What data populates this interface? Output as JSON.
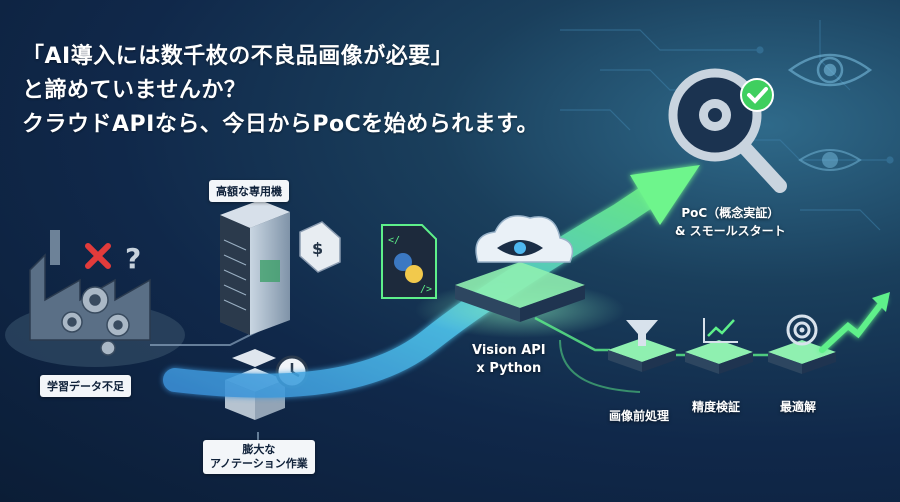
{
  "headline": {
    "line1": "「AI導入には数千枚の不良品画像が必要」",
    "line2": "と諦めていませんか？",
    "line3": "クラウドAPIなら、今日からPoCを始められます。"
  },
  "labels": {
    "expensive_machine": "高額な専用機",
    "lack_of_data": "学習データ不足",
    "annotation_work_line1": "膨大な",
    "annotation_work_line2": "アノテーション作業",
    "vision_api_line1": "Vision API",
    "vision_api_line2": "x Python",
    "poc_line1": "PoC（概念実証）",
    "poc_line2": "& スモールスタート",
    "step_preprocess": "画像前処理",
    "step_accuracy": "精度検証",
    "step_optimize": "最適解"
  },
  "colors": {
    "accent_green": "#5ef08a",
    "arrow_blue": "#4fb8f0",
    "cross_red": "#e23b3b",
    "check_green": "#3fcf5f"
  },
  "icons": [
    "factory-icon",
    "cross-icon",
    "question-icon",
    "server-icon",
    "price-tag-icon",
    "box-icon",
    "clock-icon",
    "python-file-icon",
    "cloud-eye-icon",
    "magnifier-gear-icon",
    "check-icon",
    "eye-icon",
    "funnel-icon",
    "chart-icon",
    "target-icon"
  ]
}
